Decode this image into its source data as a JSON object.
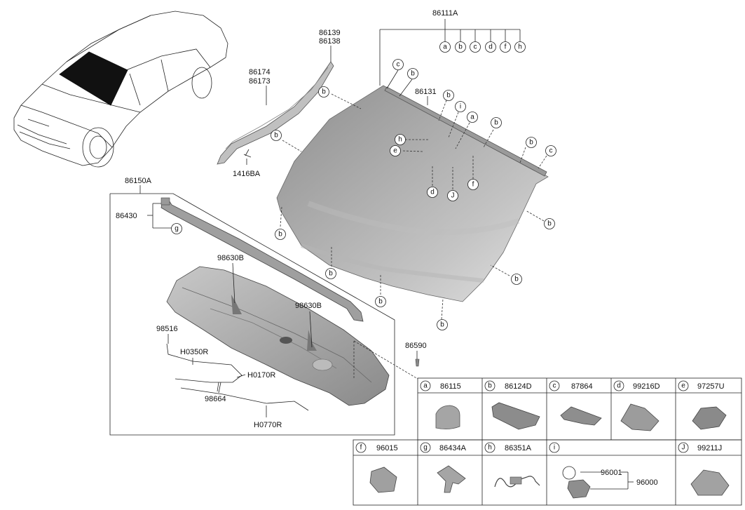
{
  "labels": {
    "p86111A": "86111A",
    "p86139": "86139",
    "p86138": "86138",
    "p86174": "86174",
    "p86173": "86173",
    "p86131": "86131",
    "p1416BA": "1416BA",
    "p86150A": "86150A",
    "p86430": "86430",
    "p98630B_1": "98630B",
    "p98630B_2": "98630B",
    "p98516": "98516",
    "pH0350R": "H0350R",
    "pH0170R": "H0170R",
    "p98664": "98664",
    "pH0770R": "H0770R",
    "p86590": "86590"
  },
  "callouts": {
    "a": "a",
    "b": "b",
    "c": "c",
    "d": "d",
    "e": "e",
    "f": "f",
    "g": "g",
    "h": "h",
    "i": "i",
    "J": "J"
  },
  "legend": [
    {
      "key": "a",
      "part": "86115"
    },
    {
      "key": "b",
      "part": "86124D"
    },
    {
      "key": "c",
      "part": "87864"
    },
    {
      "key": "d",
      "part": "99216D"
    },
    {
      "key": "e",
      "part": "97257U"
    },
    {
      "key": "f",
      "part": "96015"
    },
    {
      "key": "g",
      "part": "86434A"
    },
    {
      "key": "h",
      "part": "86351A"
    },
    {
      "key": "i",
      "part": ""
    },
    {
      "key": "J",
      "part": "99211J"
    }
  ],
  "legend_i": {
    "sub1": "96001",
    "sub2": "96000"
  },
  "colors": {
    "glass_light": "#d8d8d8",
    "glass_dark": "#9a9a9a",
    "part_fill": "#a8a8a8",
    "car_window": "#111111"
  }
}
